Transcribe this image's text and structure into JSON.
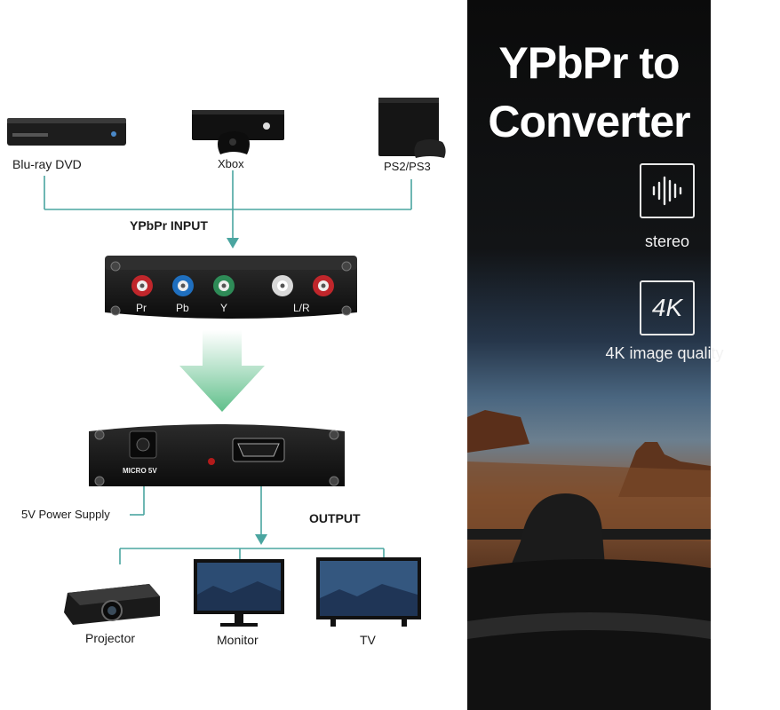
{
  "sources": {
    "bluray_label": "Blu-ray DVD",
    "xbox_label": "Xbox",
    "ps_label": "PS2/PS3"
  },
  "input": {
    "title": "YPbPr INPUT",
    "ports": [
      "Pr",
      "Pb",
      "Y",
      "L/R"
    ],
    "port_colors": [
      "#c0262b",
      "#1f6fbf",
      "#2e8b57",
      "#d8d8d8",
      "#c0262b"
    ]
  },
  "output_box": {
    "power_port_label": "MICRO 5V",
    "power_label": "5V Power Supply",
    "title": "OUTPUT"
  },
  "outputs": {
    "projector_label": "Projector",
    "monitor_label": "Monitor",
    "tv_label": "TV"
  },
  "panel": {
    "headline_line1": "YPbPr to",
    "headline_line2": "Converter",
    "feature1_icon": "sound-wave-icon",
    "feature1_label": "stereo",
    "feature2_icon_text": "4K",
    "feature2_label": "4K image quality"
  },
  "colors": {
    "connector_line": "#4aa5a0",
    "down_arrow": "#7cc7a0"
  }
}
